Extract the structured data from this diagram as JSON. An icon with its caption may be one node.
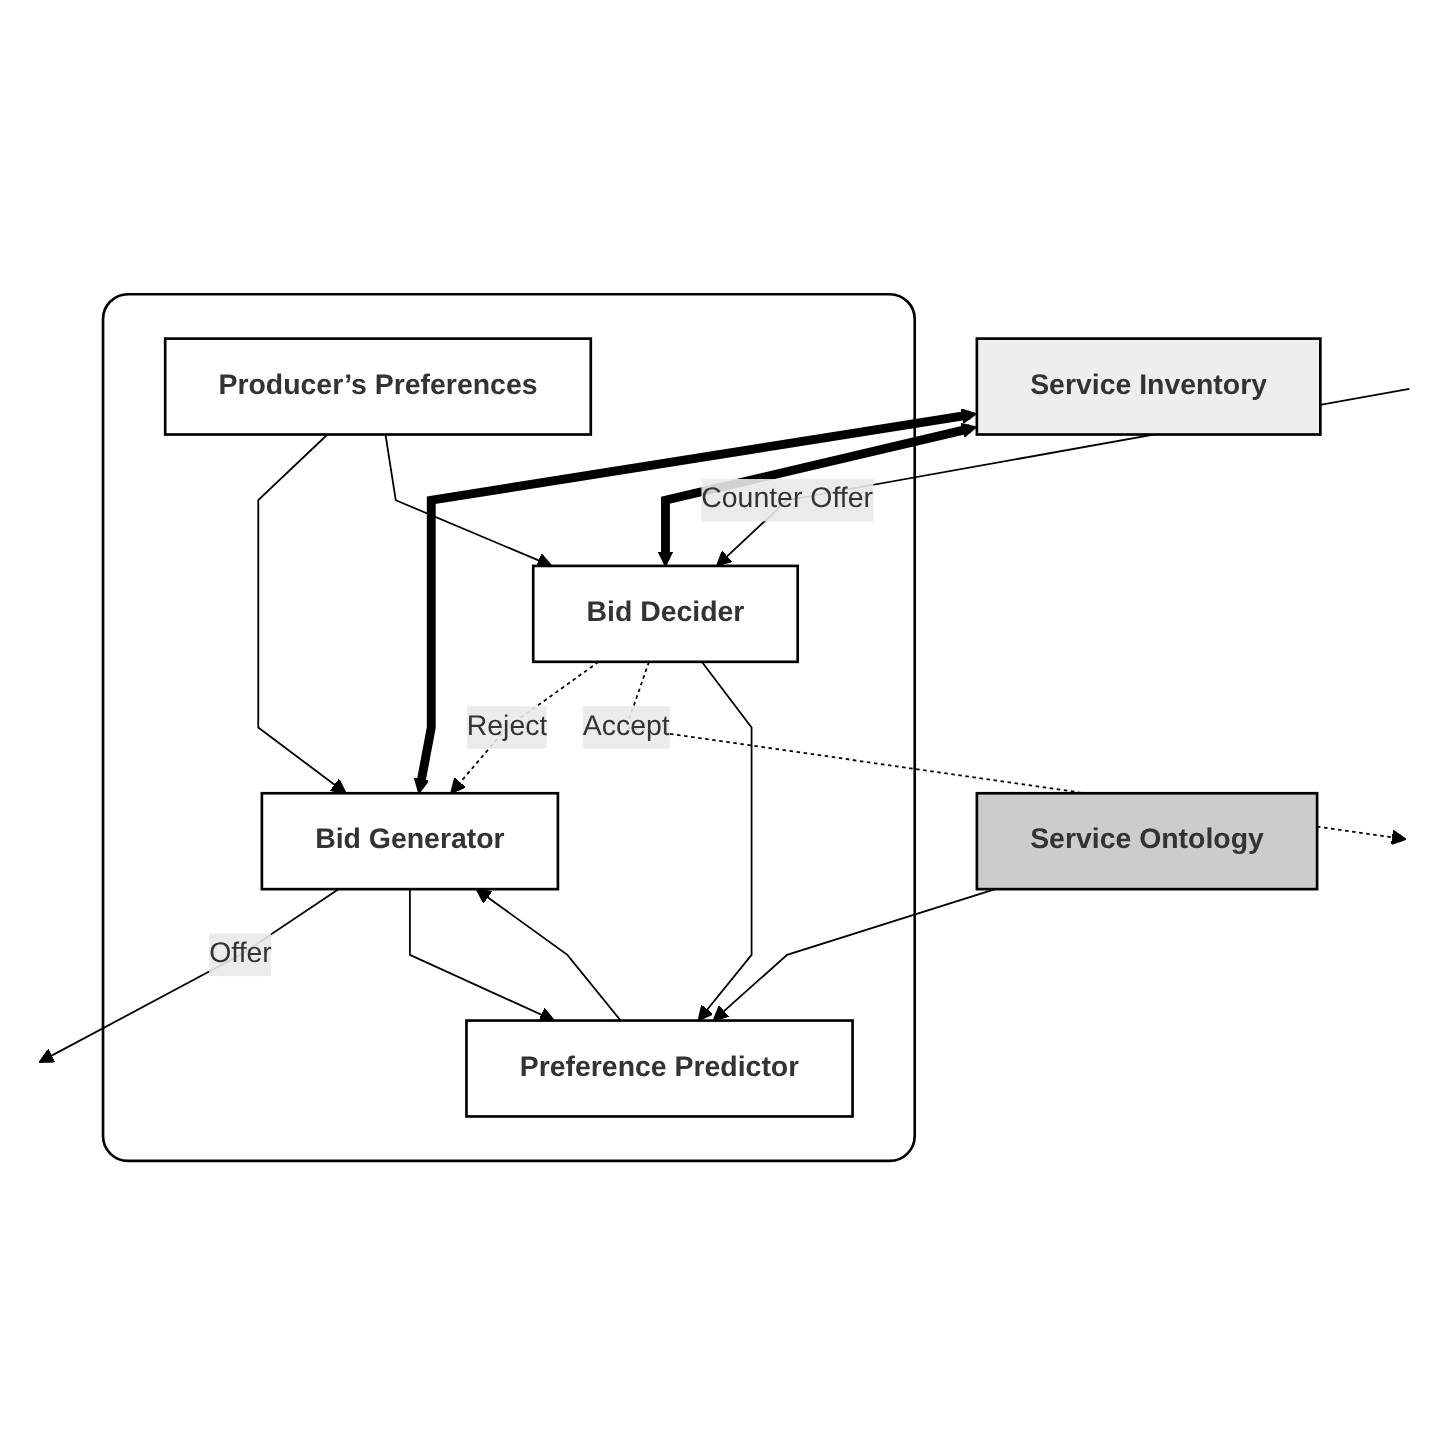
{
  "diagram": {
    "nodes": [
      {
        "text": [
          "Service Inventory"
        ]
      },
      {
        "text": [],
        "shape": "box"
      },
      {
        "text": [
          "Bid Generator"
        ],
        "in": 1
      },
      {
        "text": [
          "Bid Decider"
        ],
        "in": 1
      },
      {
        "text": [
          "Preference Predictor"
        ],
        "in": 1
      },
      {
        "text": [
          "Service Ontology"
        ]
      },
      {
        "text": [
          "Producer’s Preferences"
        ],
        "in": 1
      }
    ],
    "edges": [
      {
        "from": 0,
        "to": 2,
        "arrow": "both",
        "style": "thick"
      },
      {
        "from": 0,
        "to": 3,
        "arrow": "both",
        "style": "thick"
      },
      {
        "from": 3,
        "to": 2,
        "arrow": "to",
        "label": "Reject",
        "style": "dashed"
      },
      {
        "from": 3,
        "to": null,
        "arrow": "to",
        "label": "Accept",
        "style": "dashed"
      },
      {
        "from": 2,
        "to": null,
        "arrow": "to",
        "label": "Offer"
      },
      {
        "from": null,
        "to": 3,
        "arrow": "to",
        "label": "Counter Offer"
      },
      {
        "from": 2,
        "to": 4,
        "arrow": "to"
      },
      {
        "from": 4,
        "to": 2,
        "arrow": "to"
      },
      {
        "from": 3,
        "to": 4,
        "arrow": "to"
      },
      {
        "from": 5,
        "to": 4,
        "arrow": "to"
      },
      {
        "from": 6,
        "to": 2,
        "arrow": "to"
      },
      {
        "from": 6,
        "to": 3,
        "arrow": "to"
      }
    ]
  }
}
